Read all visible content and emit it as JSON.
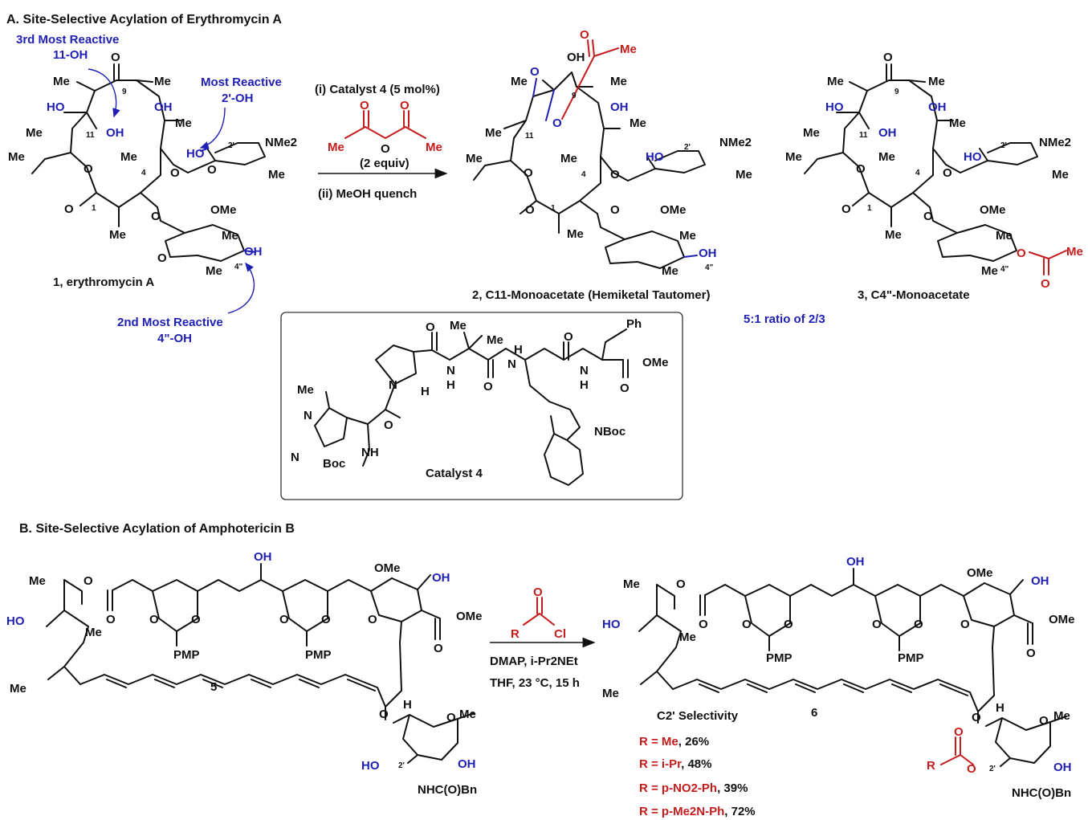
{
  "colors": {
    "black": "#111111",
    "blue": "#1f1fb4",
    "red": "#c41c1c"
  },
  "sectionA": {
    "title": "A. Site-Selective Acylation of Erythromycin A",
    "annotations": {
      "third_line1": "3rd Most Reactive",
      "third_line2": "11-OH",
      "most_line1": "Most Reactive",
      "most_line2": "2'-OH",
      "second_line1": "2nd Most Reactive",
      "second_line2": "4\"-OH"
    },
    "reagents": {
      "step1": "(i) Catalyst 4 (5 mol%)",
      "anhydride_me_left": "Me",
      "anhydride_me_right": "Me",
      "anhydride_o_top_left": "O",
      "anhydride_o_top_right": "O",
      "anhydride_o_bridge": "O",
      "equiv": "(2 equiv)",
      "step2": "(ii) MeOH quench"
    },
    "compound1": {
      "caption": "1, erythromycin A",
      "labels": {
        "o9": "O",
        "num9": "9",
        "me_a": "Me",
        "me_b": "Me",
        "me_c": "Me",
        "me_d": "Me",
        "me_e": "Me",
        "me_f": "Me",
        "me_g": "Me",
        "me_h": "Me",
        "me_i": "Me",
        "ho11": "HO",
        "oh11": "OH",
        "num11": "11",
        "oh_mid": "OH",
        "num4": "4",
        "ho2": "HO",
        "num2": "2'",
        "nme2": "NMe2",
        "o_ring": "O",
        "o_lact": "O",
        "o_carb": "O",
        "num1": "1",
        "ome": "OMe",
        "oh4": "OH",
        "num4pp": "4\"",
        "o_sug": "O",
        "o_link": "O"
      }
    },
    "compound2": {
      "caption": "2, C11-Monoacetate (Hemiketal Tautomer)",
      "labels": {
        "o_acyl": "O",
        "me_acyl": "Me",
        "oh9": "OH",
        "num9": "9",
        "o_bridge1": "O",
        "o_bridge2": "O",
        "num11": "11",
        "oh_mid": "OH",
        "ho2": "HO",
        "num2": "2'",
        "nme2": "NMe2",
        "num4": "4",
        "num1": "1",
        "ome": "OMe",
        "oh4": "OH",
        "num4pp": "4\"",
        "me_a": "Me",
        "me_b": "Me",
        "me_c": "Me",
        "me_d": "Me",
        "me_e": "Me",
        "me_f": "Me",
        "me_g": "Me",
        "me_h": "Me",
        "me_i": "Me",
        "o_carb": "O",
        "o_sug": "O",
        "o_link": "O",
        "o_lact": "O"
      }
    },
    "compound3": {
      "caption": "3, C4\"-Monoacetate",
      "labels": {
        "o9": "O",
        "num9": "9",
        "ho11": "HO",
        "oh11": "OH",
        "num11": "11",
        "oh_mid": "OH",
        "ho2": "HO",
        "num2": "2'",
        "nme2": "NMe2",
        "num4": "4",
        "num1": "1",
        "ome": "OMe",
        "o_ac": "O",
        "me_ac": "Me",
        "o_ac_carb": "O",
        "num4pp": "4\"",
        "me_a": "Me",
        "me_b": "Me",
        "me_c": "Me",
        "me_d": "Me",
        "me_e": "Me",
        "me_f": "Me",
        "me_g": "Me",
        "me_h": "Me",
        "me_i": "Me",
        "o_carb": "O",
        "o_sug": "O",
        "o_link": "O",
        "o_lact": "O"
      }
    },
    "ratio": "5:1 ratio of 2/3",
    "catalyst": {
      "caption": "Catalyst 4",
      "labels": {
        "ph": "Ph",
        "me1": "Me",
        "me2": "Me",
        "me_n": "Me",
        "n_h1": "N",
        "h1": "H",
        "n_h2": "H",
        "n2": "N",
        "n_h3": "H",
        "n3": "N",
        "h3": "H",
        "ome": "OMe",
        "o1": "O",
        "o2": "O",
        "o3": "O",
        "o4": "O",
        "o5": "O",
        "n_pro": "N",
        "h_pro": "H",
        "n_im1": "N",
        "n_im2": "N",
        "boc": "Boc",
        "nh": "NH",
        "nboc": "NBoc"
      }
    }
  },
  "sectionB": {
    "title": "B. Site-Selective Acylation of Amphotericin B",
    "compound5": {
      "caption": "5",
      "labels": {
        "oh_top": "OH",
        "ome": "OMe",
        "oh_r": "OH",
        "me1": "Me",
        "o_est": "O",
        "o_carb": "O",
        "ho": "HO",
        "me2": "Me",
        "pmp1": "PMP",
        "pmp2": "PMP",
        "o1": "O",
        "o2": "O",
        "o3": "O",
        "o4": "O",
        "o_ring": "O",
        "ome_est": "OMe",
        "o_est2": "O",
        "me3": "Me",
        "o_gly": "O",
        "h": "H",
        "o_sug": "O",
        "me_sug": "Me",
        "ho2": "HO",
        "num2": "2'",
        "oh_sug": "OH",
        "nhcobn": "NHC(O)Bn"
      }
    },
    "reagents": {
      "o": "O",
      "r": "R",
      "cl": "Cl",
      "line1": "DMAP, i-Pr2NEt",
      "line2": "THF, 23 °C, 15 h"
    },
    "compound6": {
      "caption": "6",
      "selectivity_title": "C2' Selectivity",
      "labels": {
        "oh_top": "OH",
        "ome": "OMe",
        "oh_r": "OH",
        "me1": "Me",
        "o_est": "O",
        "o_carb": "O",
        "ho": "HO",
        "me2": "Me",
        "pmp1": "PMP",
        "pmp2": "PMP",
        "o1": "O",
        "o2": "O",
        "o3": "O",
        "o4": "O",
        "o_ring": "O",
        "ome_est": "OMe",
        "o_est2": "O",
        "me3": "Me",
        "o_gly": "O",
        "h": "H",
        "o_sug": "O",
        "me_sug": "Me",
        "r": "R",
        "o_acyl": "O",
        "o_acyl_link": "O",
        "num2": "2'",
        "oh_sug": "OH",
        "nhcobn": "NHC(O)Bn"
      },
      "yields": [
        {
          "r": "R = Me",
          "y": ", 26%"
        },
        {
          "r": "R = i-Pr",
          "y": ", 48%"
        },
        {
          "r": "R = p-NO2-Ph",
          "y": ", 39%"
        },
        {
          "r": "R =  p-Me2N-Ph",
          "y": ", 72%"
        }
      ]
    }
  }
}
